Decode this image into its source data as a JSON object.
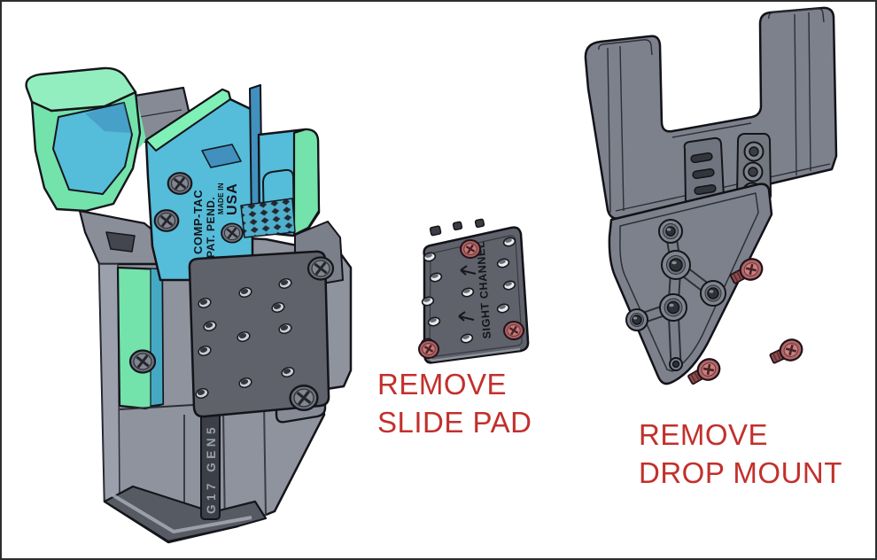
{
  "colors": {
    "background": "#ffffff",
    "frame": "#2e2e2e",
    "outline": "#15151b",
    "mint_green": "#74e2ab",
    "mint_light": "#93eebf",
    "mint_bright": "#7ff0b6",
    "teal_blue": "#55bcd9",
    "steel_blue": "#4190bd",
    "gray_light": "#8f939e",
    "gray_mid": "#7d818b",
    "gray_dark": "#565a63",
    "pad_gray": "#5f626b",
    "screw_red": "#b26666",
    "label_red": "#c2302c"
  },
  "holster": {
    "markings": {
      "brand": "COMP-TAC",
      "patent": "PAT. PEND.",
      "origin_line1": "MADE IN",
      "origin_line2": "USA",
      "model": "G17 GEN5"
    }
  },
  "slide_pad": {
    "marking": "SIGHT CHANNEL",
    "label_line1": "REMOVE",
    "label_line2": "SLIDE PAD"
  },
  "drop_mount": {
    "label_line1": "REMOVE",
    "label_line2": "DROP MOUNT"
  }
}
